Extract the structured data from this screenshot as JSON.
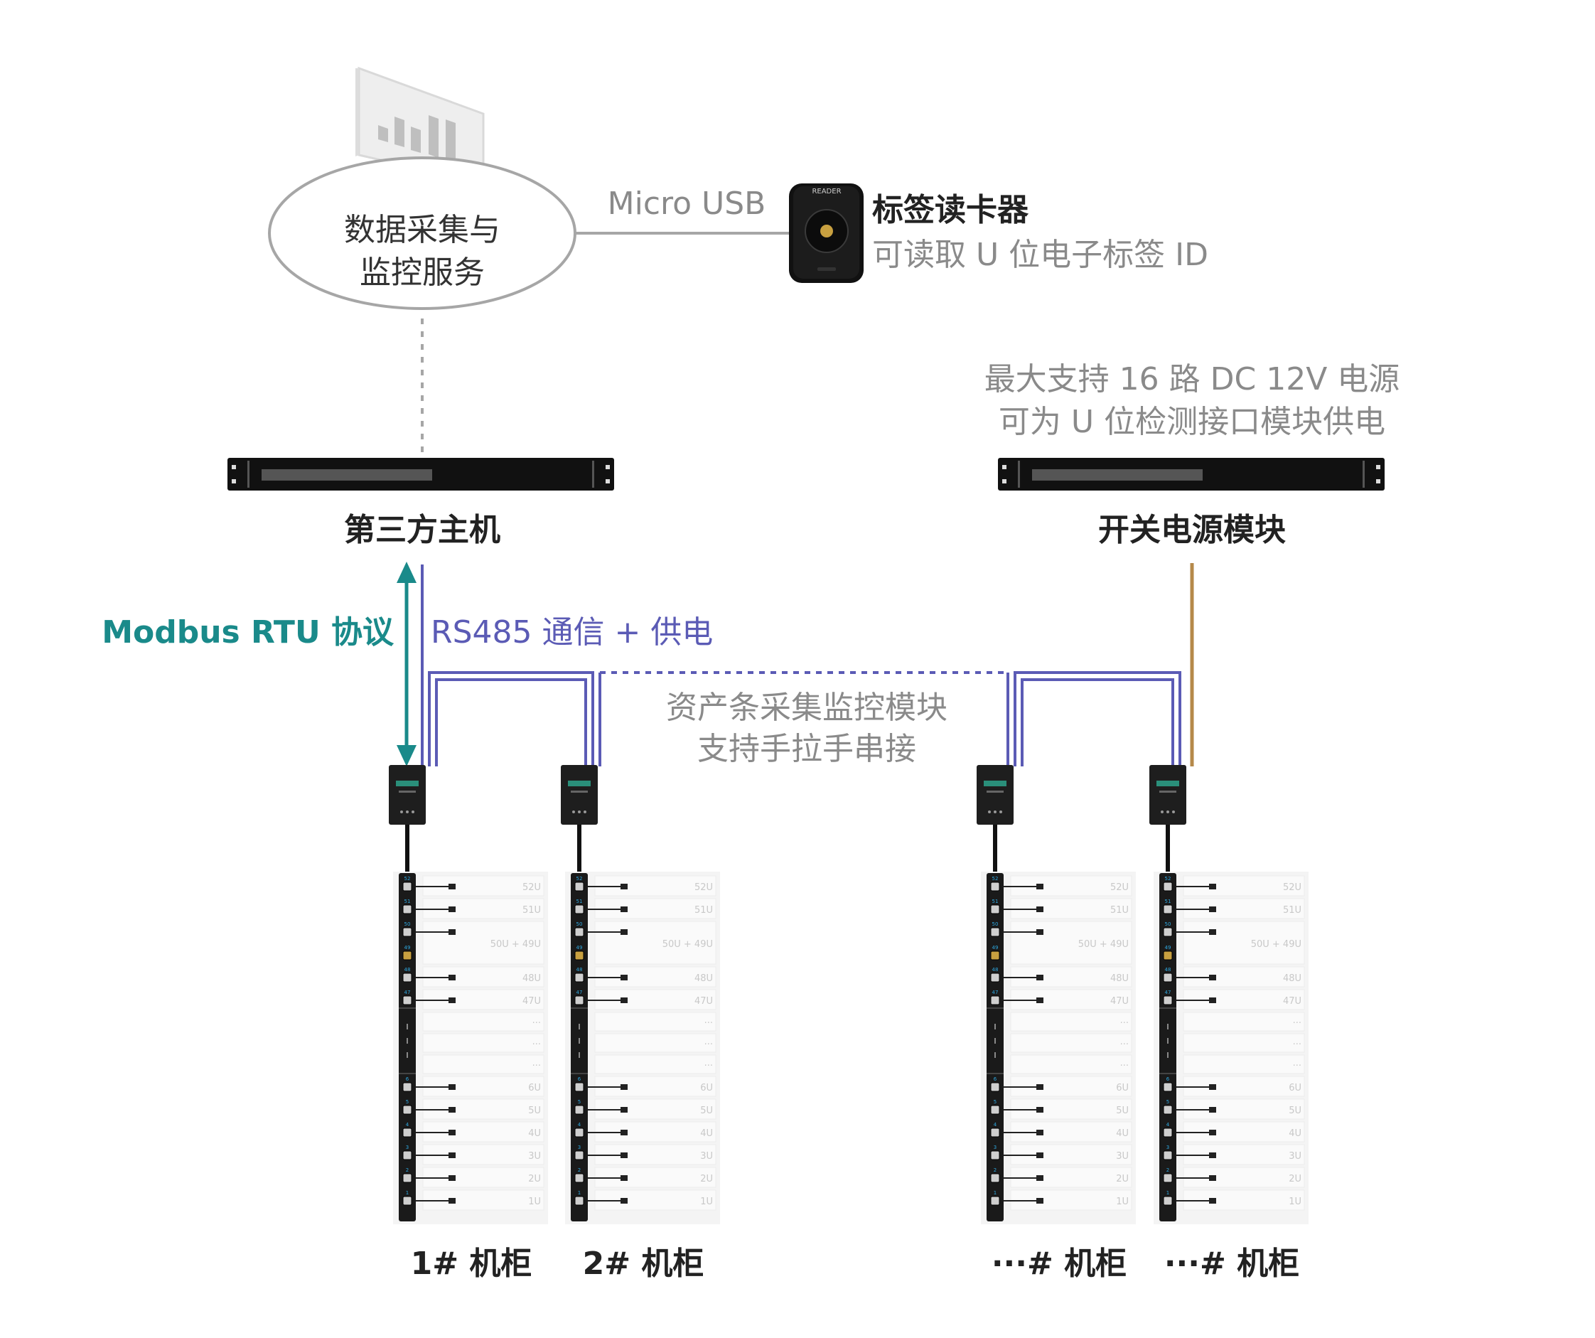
{
  "service": {
    "line1": "数据采集与",
    "line2": "监控服务"
  },
  "usb_label": "Micro USB",
  "reader": {
    "device_text": "READER",
    "title": "标签读卡器",
    "subtitle": "可读取 U 位电子标签 ID"
  },
  "host_label": "第三方主机",
  "psu": {
    "label": "开关电源模块",
    "note_line1": "最大支持 16 路 DC 12V 电源",
    "note_line2": "可为 U 位检测接口模块供电"
  },
  "modbus_label": "Modbus  RTU 协议",
  "rs485_label": "RS485 通信 + 供电",
  "asset": {
    "line1": "资产条采集监控模块",
    "line2": "支持手拉手串接"
  },
  "cabinets": [
    "1# 机柜",
    "2# 机柜",
    "···# 机柜",
    "···# 机柜"
  ],
  "rack_slots": [
    "52U",
    "51U",
    "50U + 49U",
    "48U",
    "47U",
    "···",
    "···",
    "···",
    "6U",
    "5U",
    "4U",
    "3U",
    "2U",
    "1U"
  ],
  "strip_ports": [
    "52",
    "51",
    "50",
    "49",
    "48",
    "47",
    "6",
    "5",
    "4",
    "3",
    "2",
    "1"
  ],
  "colors": {
    "teal": "#1a8a8a",
    "rs485": "#5b5bb5",
    "power": "#b5894a",
    "gray_text": "#8a8a8a",
    "dark": "#111111"
  }
}
